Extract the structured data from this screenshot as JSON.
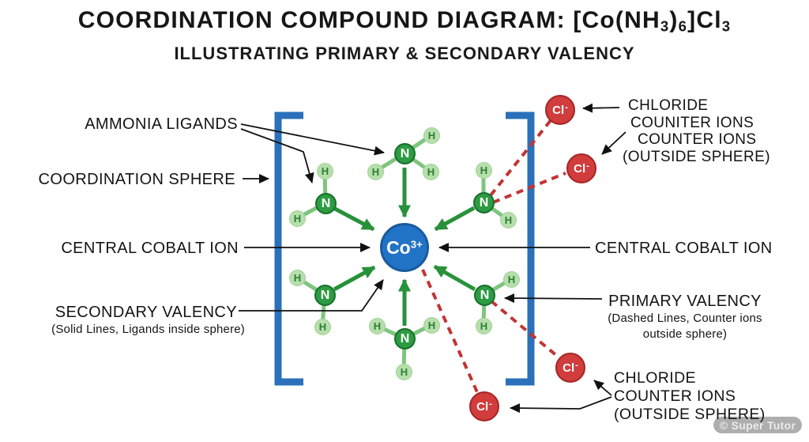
{
  "title": {
    "part1": "COORDINATION COMPOUND DIAGRAM: [Co(NH",
    "sub1": "3",
    "part2": ")",
    "sub2": "6",
    "part3": "]Cl",
    "sub3": "3"
  },
  "subtitle": "ILLUSTRATING PRIMARY & SECONDARY VALENCY",
  "labels": {
    "ammonia_ligands": "AMMONIA LIGANDS",
    "coordination_sphere": "COORDINATION SPHERE",
    "central_cobalt_left": "CENTRAL COBALT ION",
    "central_cobalt_right": "CENTRAL COBALT ION",
    "secondary_valency": "SECONDARY VALENCY",
    "secondary_valency_note": "(Solid Lines, Ligands inside sphere)",
    "primary_valency": "PRIMARY VALENCY",
    "primary_valency_note_line1": "(Dashed Lines, Counter ions",
    "primary_valency_note_line2": "outside sphere)",
    "chloride_top": {
      "line1": "CHLORIDE",
      "line2": "COUNITER IONS",
      "line3": "COUNTER IONS",
      "line4": "(OUTSIDE SPHERE)"
    },
    "chloride_bottom": {
      "line1": "CHLORIDE",
      "line2": "COUNTER IONS",
      "line3": "(OUTSIDE SPHERE)"
    }
  },
  "atoms": {
    "nitrogen": "N",
    "hydrogen": "H",
    "cobalt": "Co",
    "cobalt_charge": "3+",
    "chloride": "Cl",
    "chloride_charge": "-"
  },
  "watermark": "© Super Tutor",
  "colors": {
    "bracket_blue": "#2a70ba",
    "cobalt_blue": "#2173c5",
    "nitrogen_green": "#2d9b42",
    "hydrogen_light_green": "#b6dfac",
    "bond_green": "#7ec57f",
    "arrow_green": "#28913a",
    "chloride_red": "#d13c3c",
    "dashed_red": "#c23434",
    "text_black": "#141414"
  }
}
